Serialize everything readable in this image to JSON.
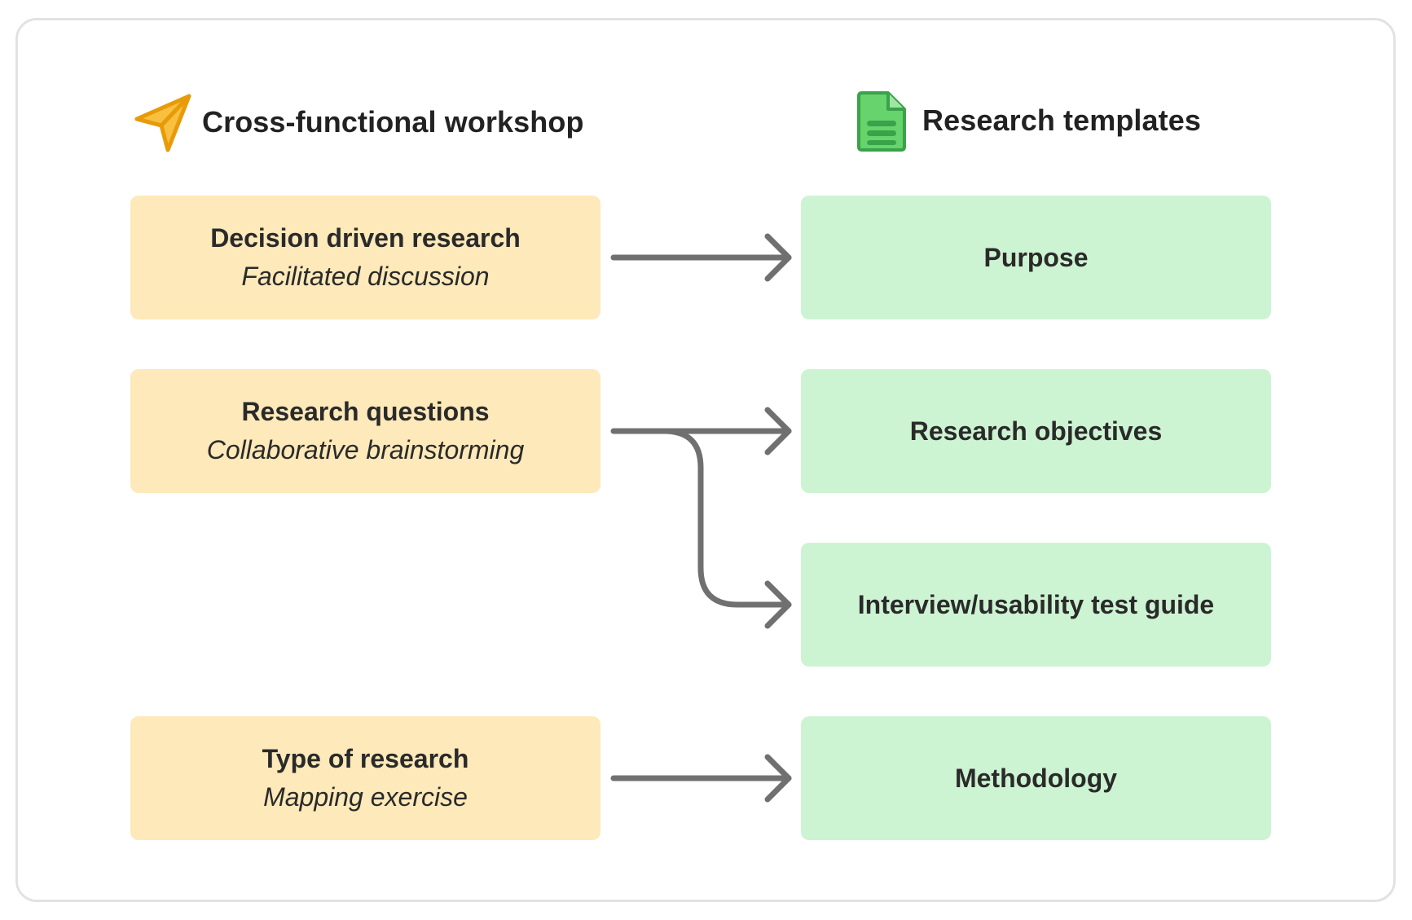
{
  "headers": {
    "left": {
      "title": "Cross-functional workshop",
      "icon": "paper-plane-icon",
      "icon_color": "#f3a712"
    },
    "right": {
      "title": "Research templates",
      "icon": "document-icon",
      "icon_color": "#45b956"
    }
  },
  "sources": [
    {
      "label": "Decision driven research",
      "sub": "Facilitated discussion"
    },
    {
      "label": "Research questions",
      "sub": "Collaborative brainstorming"
    },
    {
      "label": "Type of research",
      "sub": "Mapping exercise"
    }
  ],
  "targets": [
    {
      "label": "Purpose"
    },
    {
      "label": "Research objectives"
    },
    {
      "label": "Interview/usability test guide"
    },
    {
      "label": "Methodology"
    }
  ],
  "connections": [
    {
      "from": "Decision driven research",
      "to": "Purpose"
    },
    {
      "from": "Research questions",
      "to": "Research objectives"
    },
    {
      "from": "Research questions",
      "to": "Interview/usability test guide"
    },
    {
      "from": "Type of research",
      "to": "Methodology"
    }
  ],
  "colors": {
    "source_fill": "#fde9b9",
    "target_fill": "#cdf4d2",
    "arrow": "#707070",
    "frame_border": "#e2e2e2"
  }
}
